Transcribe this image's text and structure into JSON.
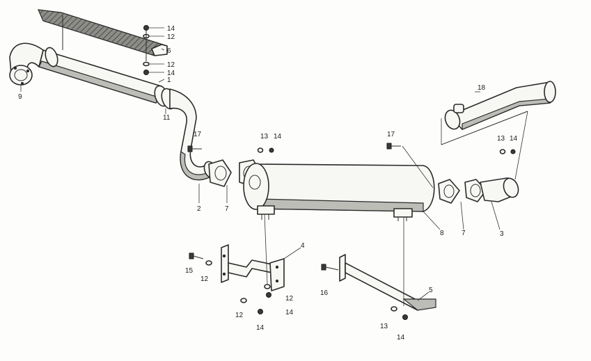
{
  "diagram": {
    "callouts": [
      {
        "id": "c14a",
        "text": "14"
      },
      {
        "id": "c12a",
        "text": "12"
      },
      {
        "id": "c6",
        "text": "6"
      },
      {
        "id": "c12b",
        "text": "12"
      },
      {
        "id": "c14b",
        "text": "14"
      },
      {
        "id": "c1",
        "text": "1"
      },
      {
        "id": "c9",
        "text": "9"
      },
      {
        "id": "c11",
        "text": "11"
      },
      {
        "id": "c17a",
        "text": "17"
      },
      {
        "id": "c2",
        "text": "2"
      },
      {
        "id": "c7a",
        "text": "7"
      },
      {
        "id": "c13a",
        "text": "13"
      },
      {
        "id": "c14c",
        "text": "14"
      },
      {
        "id": "c17b",
        "text": "17"
      },
      {
        "id": "c8",
        "text": "8"
      },
      {
        "id": "c7b",
        "text": "7"
      },
      {
        "id": "c18",
        "text": "18"
      },
      {
        "id": "c13b",
        "text": "13"
      },
      {
        "id": "c14d",
        "text": "14"
      },
      {
        "id": "c3",
        "text": "3"
      },
      {
        "id": "c4",
        "text": "4"
      },
      {
        "id": "c15",
        "text": "15"
      },
      {
        "id": "c12c",
        "text": "12"
      },
      {
        "id": "c12d",
        "text": "12"
      },
      {
        "id": "c14e",
        "text": "14"
      },
      {
        "id": "c12e",
        "text": "12"
      },
      {
        "id": "c14f",
        "text": "14"
      },
      {
        "id": "c16",
        "text": "16"
      },
      {
        "id": "c5",
        "text": "5"
      },
      {
        "id": "c13c",
        "text": "13"
      },
      {
        "id": "c14g",
        "text": "14"
      }
    ]
  }
}
